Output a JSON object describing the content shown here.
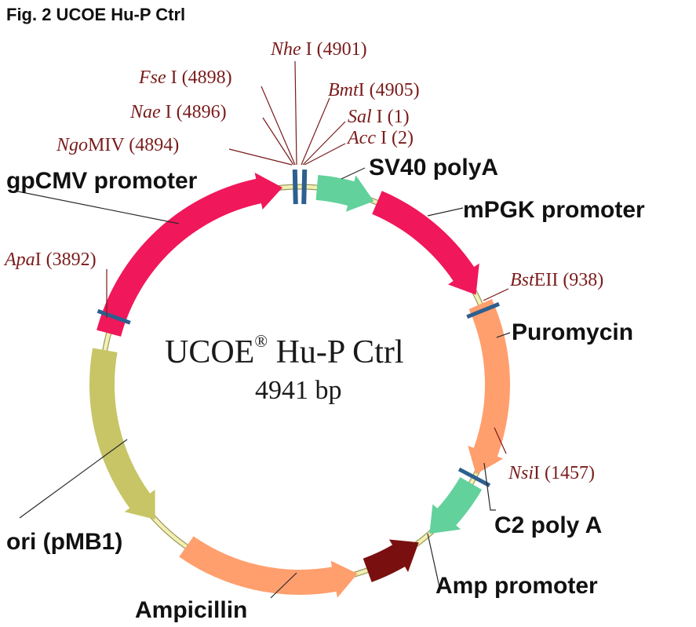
{
  "figure_title": "Fig. 2 UCOE Hu-P Ctrl",
  "plasmid": {
    "name": "UCOE",
    "superscript": "®",
    "name_rest": " Hu-P Ctrl",
    "length_label": "4941 bp"
  },
  "features": [
    {
      "id": "gpcmv",
      "label": "gpCMV promoter",
      "color": "#f0175a",
      "start_deg": -75,
      "end_deg": -5,
      "direction": "cw"
    },
    {
      "id": "sv40",
      "label": "SV40 polyA",
      "color": "#62d19b",
      "start_deg": 5,
      "end_deg": 22,
      "direction": "cw"
    },
    {
      "id": "mpgk",
      "label": "mPGK promoter",
      "color": "#f0175a",
      "start_deg": 23,
      "end_deg": 63,
      "direction": "cw"
    },
    {
      "id": "puro",
      "label": "Puromycin",
      "color": "#ff9f6e",
      "start_deg": 66,
      "end_deg": 117,
      "direction": "cw"
    },
    {
      "id": "c2",
      "label": "C2 poly A",
      "color": "#62d19b",
      "start_deg": 120,
      "end_deg": 139,
      "direction": "cw"
    },
    {
      "id": "amp_prom",
      "label": "Amp promoter",
      "color": "#7a0f10",
      "start_deg": 143,
      "end_deg": 160,
      "direction": "ccw"
    },
    {
      "id": "amp",
      "label": "Ampicillin",
      "color": "#ff9f6e",
      "start_deg": 163,
      "end_deg": 215,
      "direction": "ccw"
    },
    {
      "id": "ori",
      "label": "ori (pMB1)",
      "color": "#c8c566",
      "start_deg": 227,
      "end_deg": 280,
      "direction": "ccw"
    }
  ],
  "sites": [
    {
      "name": "Nhe",
      "suffix": " I (4901)"
    },
    {
      "name": "Fse",
      "suffix": " I (4898)"
    },
    {
      "name": "Bmt",
      "suffix": "I (4905)"
    },
    {
      "name": "Nae",
      "suffix": " I (4896)"
    },
    {
      "name": "Sal",
      "suffix": " I (1)"
    },
    {
      "name": "Acc",
      "suffix": " I (2)"
    },
    {
      "name": "Ngo",
      "suffix": "MIV (4894)"
    },
    {
      "name": "Apa",
      "suffix": "I (3892)"
    },
    {
      "name": "Bst",
      "suffix": "EII (938)"
    },
    {
      "name": "Nsi",
      "suffix": "I (1457)"
    }
  ],
  "colors": {
    "backbone": "#f4f0b4",
    "backbone_edge": "#9a9a60",
    "site_tick": "#2d5f8f",
    "site_text": "#7a1b1b"
  }
}
